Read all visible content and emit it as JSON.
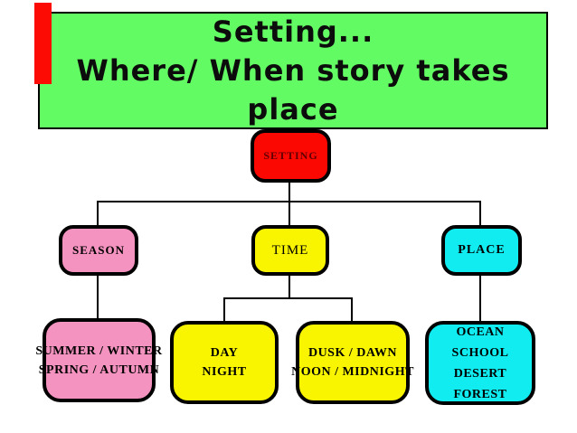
{
  "slide": {
    "background": "#ffffff",
    "accent_bar_color": "#fb0b04"
  },
  "title": {
    "lines": [
      "Setting...",
      "Where/ When story takes",
      "place"
    ],
    "fill": "#63fb63",
    "text_color": "#0c0c0c"
  },
  "tree": {
    "line_color": "#000000",
    "root": {
      "label": "SETTING",
      "fill": "#fb0802",
      "text_color": "#600000"
    },
    "level2": [
      {
        "label": "SEASON",
        "fill": "#f493c0"
      },
      {
        "label": "TIME",
        "fill": "#f9f500"
      },
      {
        "label": "PLACE",
        "fill": "#10ecf0"
      }
    ],
    "level3": [
      {
        "lines": [
          "SUMMER / WINTER",
          "SPRING / AUTUMN"
        ],
        "fill": "#f493c0"
      },
      {
        "lines": [
          "DAY",
          "NIGHT"
        ],
        "fill": "#f9f500"
      },
      {
        "lines": [
          "DUSK  / DAWN",
          "NOON / MIDNIGHT"
        ],
        "fill": "#f9f500"
      },
      {
        "lines": [
          "OCEAN",
          "SCHOOL",
          "DESERT",
          "FOREST"
        ],
        "fill": "#10ecf0"
      }
    ]
  }
}
